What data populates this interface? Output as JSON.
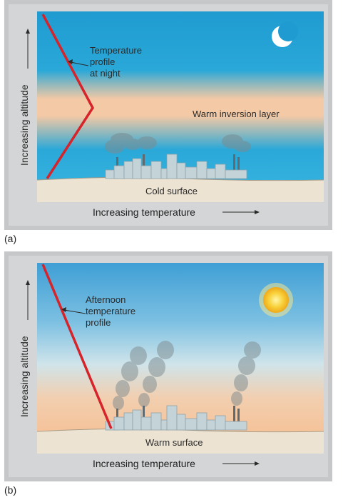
{
  "panels": [
    {
      "id": "a",
      "panel_label": "(a)",
      "y_axis_label": "Increasing altitude",
      "x_axis_label": "Increasing temperature",
      "profile_label_lines": [
        "Temperature",
        "profile",
        "at night"
      ],
      "layer_label": "Warm inversion layer",
      "surface_label": "Cold surface",
      "sky_icon": "moon-icon",
      "colors": {
        "sky": "#2aa8d8",
        "inversion": "#f3c9a6",
        "profile": "#d6242a",
        "ground": "#ece3d3",
        "frame": "#c5c7c8"
      }
    },
    {
      "id": "b",
      "panel_label": "(b)",
      "y_axis_label": "Increasing altitude",
      "x_axis_label": "Increasing temperature",
      "profile_label_lines": [
        "Afternoon",
        "temperature",
        "profile"
      ],
      "surface_label": "Warm surface",
      "sky_icon": "sun-icon",
      "colors": {
        "sky_top": "#46a6d8",
        "sky_bottom": "#f5c39a",
        "profile": "#d6242a",
        "ground": "#ece3d3",
        "frame": "#c5c7c8"
      }
    }
  ]
}
